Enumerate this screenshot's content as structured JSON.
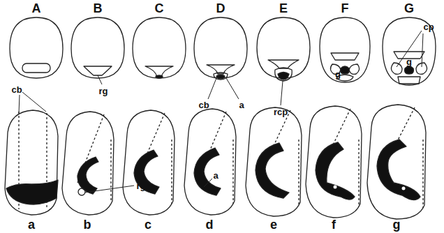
{
  "diagram": {
    "labels": [
      "A",
      "B",
      "C",
      "D",
      "E",
      "F",
      "G",
      "rg",
      "cb",
      "a",
      "rcp",
      "g",
      "g",
      "cp",
      "cb",
      "rg",
      "a",
      "a",
      "b",
      "c",
      "d",
      "e",
      "f",
      "g"
    ]
  }
}
